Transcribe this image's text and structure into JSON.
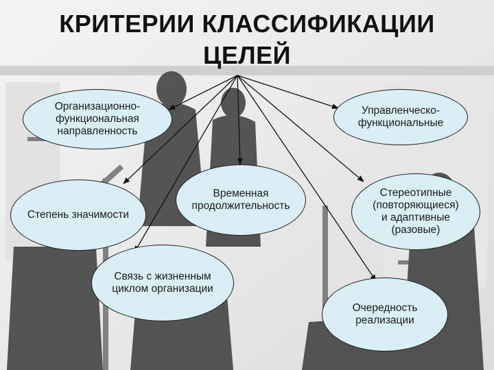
{
  "title": {
    "line1": "КРИТЕРИИ КЛАССИФИКАЦИИ",
    "line2": "ЦЕЛЕЙ"
  },
  "nodes": {
    "org_func": "Организационно-\nфункциональная\nнаправленность",
    "mgmt_func": "Управленческо-\nфункциональные",
    "significance": "Степень значимости",
    "duration": "Временная\nпродолжительность",
    "stereotypic": "Стереотипные\n(повторяющиеся)\nи адаптивные\n(разовые)",
    "lifecycle": "Связь с жизненным\nциклом организации",
    "order": "Очередность\nреализации"
  },
  "colors": {
    "node_fill": "#d9eef5",
    "node_border": "#1e1e1e",
    "arrow": "#111111"
  }
}
